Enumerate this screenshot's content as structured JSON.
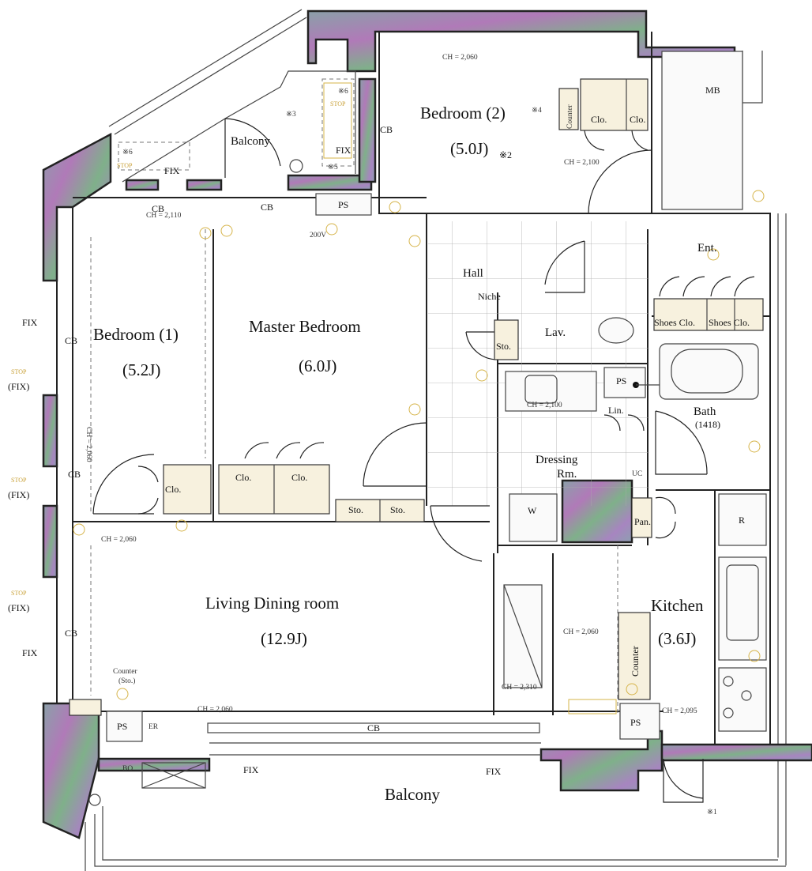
{
  "rooms": {
    "bedroom2": "Bedroom (2)",
    "bedroom2_size": "(5.0J)",
    "bedroom2_note": "※2",
    "bedroom1": "Bedroom (1)",
    "bedroom1_size": "(5.2J)",
    "master": "Master Bedroom",
    "master_size": "(6.0J)",
    "living": "Living Dining room",
    "living_size": "(12.9J)",
    "kitchen": "Kitchen",
    "kitchen_size": "(3.6J)",
    "hall": "Hall",
    "lav": "Lav.",
    "bath": "Bath",
    "bath_size": "(1418)",
    "dressing": "Dressing",
    "dressing2": "Rm.",
    "ent": "Ent.",
    "mb": "MB",
    "balcony_top": "Balcony",
    "balcony_bottom": "Balcony"
  },
  "labels": {
    "clo": "Clo.",
    "sto": "Sto.",
    "cb": "CB",
    "ps": "PS",
    "fix": "FIX",
    "fix_paren": "(FIX)",
    "stop": "STOP",
    "niche": "Niche",
    "lin": "Lin.",
    "pan": "Pan.",
    "shoes_clo": "Shoes Clo.",
    "counter": "Counter",
    "counter_sto_1": "Counter",
    "counter_sto_2": "(Sto.)",
    "w": "W",
    "r": "R",
    "uc": "UC",
    "er": "ER",
    "bo": "BO",
    "v200": "200V",
    "note1": "※1",
    "note3": "※3",
    "note4": "※4",
    "note5": "※5",
    "note6": "※6"
  },
  "ceiling_heights": {
    "ch2060": "CH = 2,060",
    "ch2100": "CH = 2,100",
    "ch2110": "CH = 2,110",
    "ch2310": "CH = 2,310",
    "ch2095": "CH = 2,095",
    "ch2060v": "CH = 2,060"
  },
  "colors": {
    "wall_a": "#8aa0a8",
    "wall_b": "#b07ab8",
    "wall_c": "#7fb08a",
    "storage_fill": "#f7f1de",
    "fixture_yellow": "#d6b44a"
  }
}
